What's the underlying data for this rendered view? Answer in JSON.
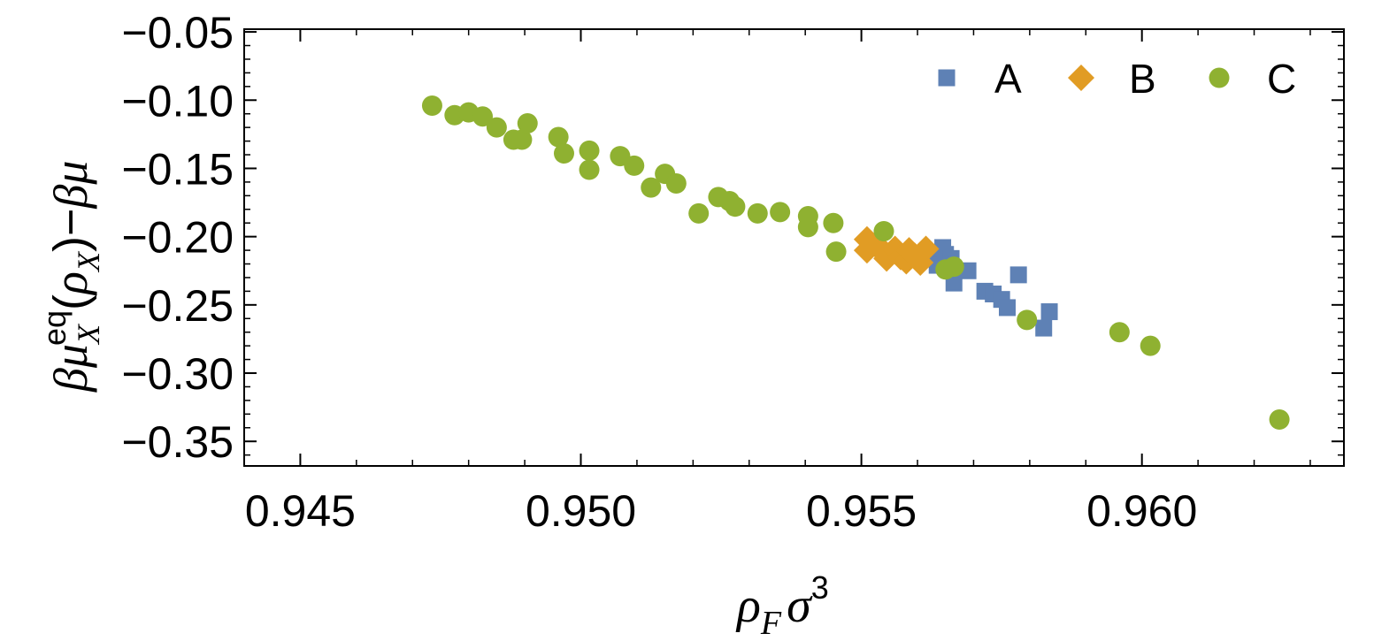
{
  "chart_data": {
    "type": "scatter",
    "title": "",
    "xlabel": "ρ_F σ^3",
    "ylabel": "βμ_X^eq(ρ_X)−βμ",
    "xlim": [
      0.944,
      0.9636
    ],
    "ylim": [
      -0.368,
      -0.048
    ],
    "x_ticks": [
      0.945,
      0.95,
      0.955,
      0.96
    ],
    "x_tick_labels": [
      "0.945",
      "0.950",
      "0.955",
      "0.960"
    ],
    "y_ticks": [
      -0.05,
      -0.1,
      -0.15,
      -0.2,
      -0.25,
      -0.3,
      -0.35
    ],
    "y_tick_labels": [
      "−0.05",
      "−0.10",
      "−0.15",
      "−0.20",
      "−0.25",
      "−0.30",
      "−0.35"
    ],
    "legend_position": "top-right",
    "grid": false,
    "series": [
      {
        "name": "A",
        "marker": "square",
        "color": "#5e81b5",
        "points": [
          [
            0.95625,
            -0.215
          ],
          [
            0.95635,
            -0.221
          ],
          [
            0.95645,
            -0.208
          ],
          [
            0.9565,
            -0.213
          ],
          [
            0.9566,
            -0.216
          ],
          [
            0.95665,
            -0.234
          ],
          [
            0.9569,
            -0.225
          ],
          [
            0.9572,
            -0.24
          ],
          [
            0.95735,
            -0.242
          ],
          [
            0.9575,
            -0.246
          ],
          [
            0.9576,
            -0.252
          ],
          [
            0.9578,
            -0.228
          ],
          [
            0.95825,
            -0.267
          ],
          [
            0.95835,
            -0.255
          ]
        ]
      },
      {
        "name": "B",
        "marker": "diamond",
        "color": "#e19c24",
        "points": [
          [
            0.9551,
            -0.202
          ],
          [
            0.9551,
            -0.21
          ],
          [
            0.9553,
            -0.207
          ],
          [
            0.9554,
            -0.212
          ],
          [
            0.95545,
            -0.216
          ],
          [
            0.9556,
            -0.209
          ],
          [
            0.9557,
            -0.215
          ],
          [
            0.9558,
            -0.218
          ],
          [
            0.95585,
            -0.21
          ],
          [
            0.95595,
            -0.214
          ],
          [
            0.95605,
            -0.219
          ],
          [
            0.95615,
            -0.209
          ]
        ]
      },
      {
        "name": "C",
        "marker": "circle",
        "color": "#8fb131",
        "points": [
          [
            0.94735,
            -0.104
          ],
          [
            0.94775,
            -0.111
          ],
          [
            0.948,
            -0.109
          ],
          [
            0.94825,
            -0.112
          ],
          [
            0.9485,
            -0.12
          ],
          [
            0.9488,
            -0.129
          ],
          [
            0.94895,
            -0.129
          ],
          [
            0.94905,
            -0.117
          ],
          [
            0.9496,
            -0.127
          ],
          [
            0.9497,
            -0.139
          ],
          [
            0.95015,
            -0.137
          ],
          [
            0.95015,
            -0.151
          ],
          [
            0.9507,
            -0.141
          ],
          [
            0.95095,
            -0.148
          ],
          [
            0.95125,
            -0.164
          ],
          [
            0.9515,
            -0.154
          ],
          [
            0.9517,
            -0.161
          ],
          [
            0.9521,
            -0.183
          ],
          [
            0.95245,
            -0.171
          ],
          [
            0.95265,
            -0.174
          ],
          [
            0.95275,
            -0.178
          ],
          [
            0.95315,
            -0.183
          ],
          [
            0.95355,
            -0.182
          ],
          [
            0.95405,
            -0.185
          ],
          [
            0.95405,
            -0.193
          ],
          [
            0.9545,
            -0.19
          ],
          [
            0.95455,
            -0.211
          ],
          [
            0.9554,
            -0.196
          ],
          [
            0.9565,
            -0.224
          ],
          [
            0.95665,
            -0.222
          ],
          [
            0.95795,
            -0.261
          ],
          [
            0.9596,
            -0.27
          ],
          [
            0.96015,
            -0.28
          ],
          [
            0.96245,
            -0.334
          ]
        ]
      }
    ]
  }
}
